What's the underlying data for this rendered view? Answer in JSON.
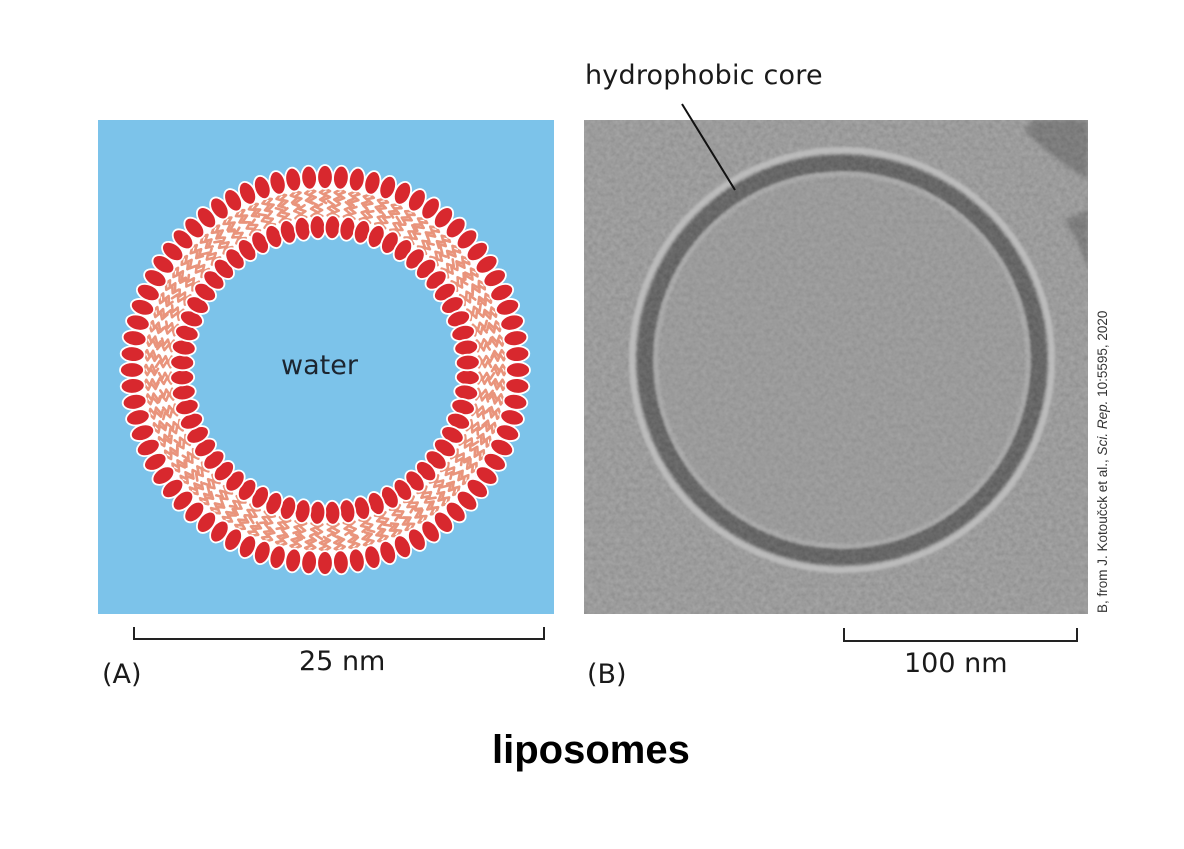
{
  "figure": {
    "title": "liposomes",
    "panel_a": {
      "letter": "(A)",
      "center_label": "water",
      "scale_bar_label": "25 nm",
      "colors": {
        "background": "#7cc3ea",
        "head": "#d8282e",
        "tail": "#e9947c",
        "core": "#ffffff"
      },
      "outer_head_count": 76,
      "inner_head_count": 60
    },
    "panel_b": {
      "letter": "(B)",
      "callout": "hydrophobic core",
      "scale_bar_label": "100 nm",
      "credit_prefix": "B, from J. Kotoučck et al., ",
      "credit_journal": "Sci. Rep.",
      "credit_suffix": " 10:5595, 2020"
    }
  }
}
